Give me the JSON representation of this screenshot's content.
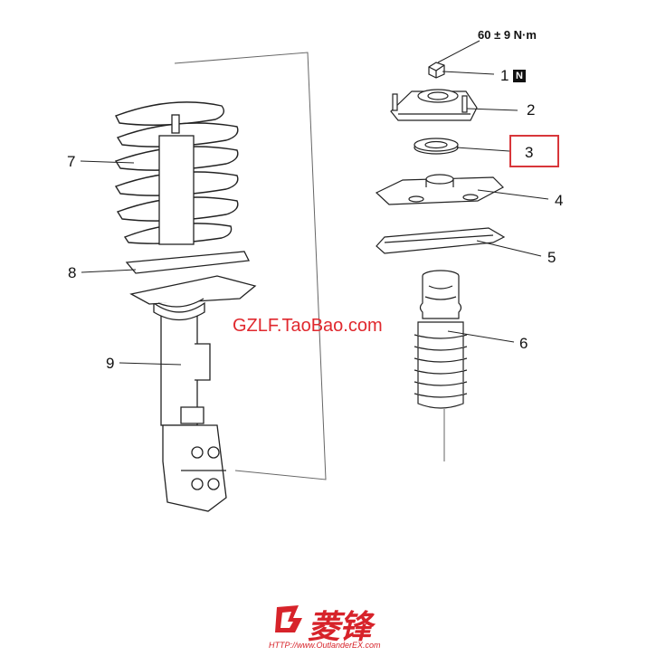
{
  "torque_spec": "60 ± 9 N·m",
  "n_badge": "N",
  "callouts": [
    {
      "id": "1",
      "text": "1"
    },
    {
      "id": "2",
      "text": "2"
    },
    {
      "id": "3",
      "text": "3"
    },
    {
      "id": "4",
      "text": "4"
    },
    {
      "id": "5",
      "text": "5"
    },
    {
      "id": "6",
      "text": "6"
    },
    {
      "id": "7",
      "text": "7"
    },
    {
      "id": "8",
      "text": "8"
    },
    {
      "id": "9",
      "text": "9"
    }
  ],
  "watermark": "GZLF.TaoBao.com",
  "logo": {
    "brand_text": "菱锋",
    "url": "HTTP://www.OutlanderEX.com",
    "color": "#d7232a"
  },
  "highlight_color": "#d8363a"
}
